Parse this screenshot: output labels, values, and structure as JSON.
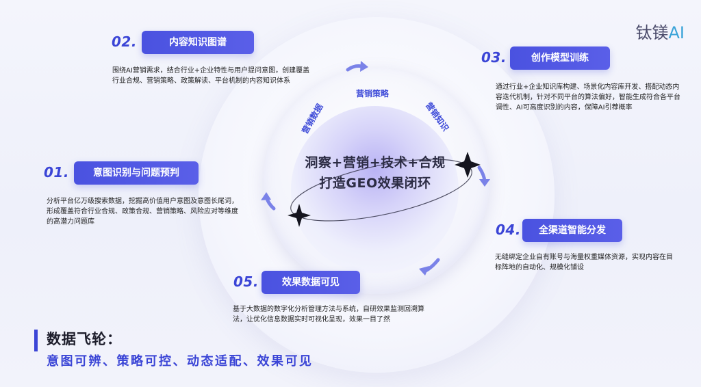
{
  "logo": {
    "text": "钛镁",
    "accent": "AI"
  },
  "center": {
    "line1": "洞察+营销+技术+合规",
    "line2": "打造GEO效果闭环"
  },
  "ring_labels": [
    "营销数据",
    "营销策略",
    "营销知识"
  ],
  "steps": [
    {
      "num": "01.",
      "title": "意图识别与问题预判",
      "desc": "分析平台亿万级搜索数据，挖掘高价值用户意图及意图长尾词，形成覆盖符合行业合规、政策合规、营销策略、风险应对等维度的高潜力问题库"
    },
    {
      "num": "02.",
      "title": "内容知识图谱",
      "desc": "围绕AI营销需求，结合行业+企业特性与用户提问意图，创建覆盖行业合规、营销策略、政策解读、平台机制的内容知识体系"
    },
    {
      "num": "03.",
      "title": "创作模型训练",
      "desc": "通过行业+企业知识库构建、场景化内容库开发、搭配动态内容迭代机制，针对不同平台的算法偏好，智能生成符合各平台调性、AI可高度识别的内容，保障AI引荐概率"
    },
    {
      "num": "04.",
      "title": "全渠道智能分发",
      "desc": "无缝绑定企业自有账号与海量权重媒体资源，实现内容在目标阵地的自动化、规模化铺设"
    },
    {
      "num": "05.",
      "title": "效果数据可见",
      "desc": "基于大数据的数字化分析管理方法与系统，自研效果监测回溯算法，让优化信息数据实时可视化呈现，效果一目了然"
    }
  ],
  "footer": {
    "title": "数据飞轮：",
    "subtitle": "意图可辨、策略可控、动态适配、效果可见"
  },
  "colors": {
    "accent": "#3b45d6",
    "pill": "#4a52e0",
    "arrow": "#7a82e8"
  }
}
